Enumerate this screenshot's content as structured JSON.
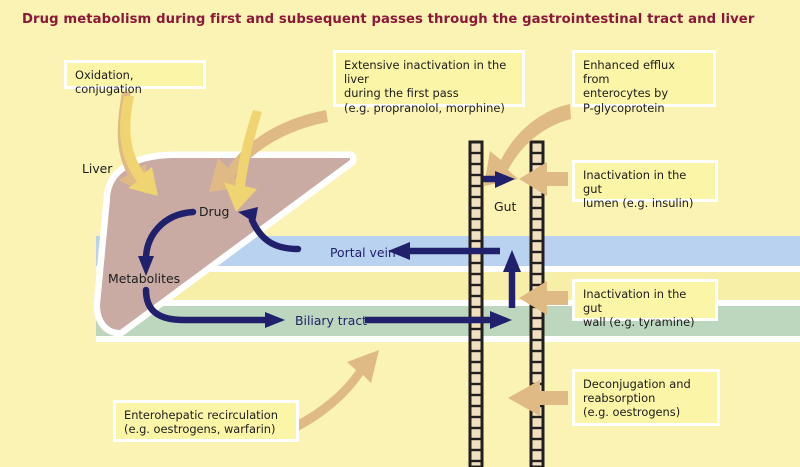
{
  "title": "Drug metabolism during first and subsequent passes through the gastrointestinal tract and liver",
  "colors": {
    "background": "#faf3b4",
    "title_text": "#8c1838",
    "callout_fill": "#fbf5a8",
    "callout_border": "#ffffff",
    "liver_fill": "#c9aba4",
    "liver_outline": "#ffffff",
    "portal_vein_band": "#b9d2ef",
    "biliary_tract_band": "#bcd7bd",
    "middle_band": "#f7efa8",
    "gut_wall_fill": "#f0e0c0",
    "gut_wall_stroke": "#231f20",
    "tan_arrow": "#dfba84",
    "navy_arrow": "#20206c",
    "yellow_arrow": "#efd471"
  },
  "callouts": [
    {
      "id": "oxidation-conjugation",
      "text": "Oxidation, conjugation"
    },
    {
      "id": "extensive-inactivation-liver",
      "text": "Extensive inactivation in the liver\nduring the first pass\n(e.g. propranolol, morphine)"
    },
    {
      "id": "enhanced-efflux",
      "text": "Enhanced efflux from\nenterocytes by\nP-glycoprotein"
    },
    {
      "id": "inactivation-gut-lumen",
      "text": "Inactivation in the gut\nlumen (e.g. insulin)"
    },
    {
      "id": "inactivation-gut-wall",
      "text": "Inactivation in the gut\nwall (e.g. tyramine)"
    },
    {
      "id": "deconjugation-reabsorption",
      "text": "Deconjugation and\nreabsorption\n(e.g. oestrogens)"
    },
    {
      "id": "enterohepatic-recirculation",
      "text": "Enterohepatic recirculation\n(e.g. oestrogens, warfarin)"
    }
  ],
  "anatomy_labels": {
    "liver": "Liver",
    "gut": "Gut",
    "drug": "Drug",
    "metabolites": "Metabolites",
    "portal_vein": "Portal vein",
    "biliary_tract": "Biliary tract"
  }
}
